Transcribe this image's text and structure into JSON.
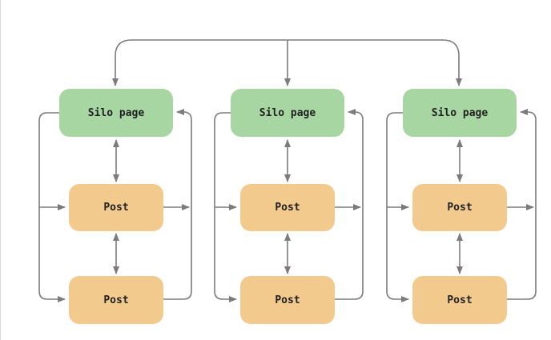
{
  "diagram": {
    "type": "silo-structure",
    "columns": [
      {
        "silo": {
          "label": "Silo page"
        },
        "posts": [
          {
            "label": "Post"
          },
          {
            "label": "Post"
          }
        ]
      },
      {
        "silo": {
          "label": "Silo page"
        },
        "posts": [
          {
            "label": "Post"
          },
          {
            "label": "Post"
          }
        ]
      },
      {
        "silo": {
          "label": "Silo page"
        },
        "posts": [
          {
            "label": "Post"
          },
          {
            "label": "Post"
          }
        ]
      }
    ]
  },
  "colors": {
    "silo_fill": "#a8d6a2",
    "post_fill": "#f3ca8e",
    "connector": "#7b7b7b",
    "label_text": "#212121",
    "canvas_bg": "#ffffff",
    "edge_border": "#d9d9d9"
  }
}
